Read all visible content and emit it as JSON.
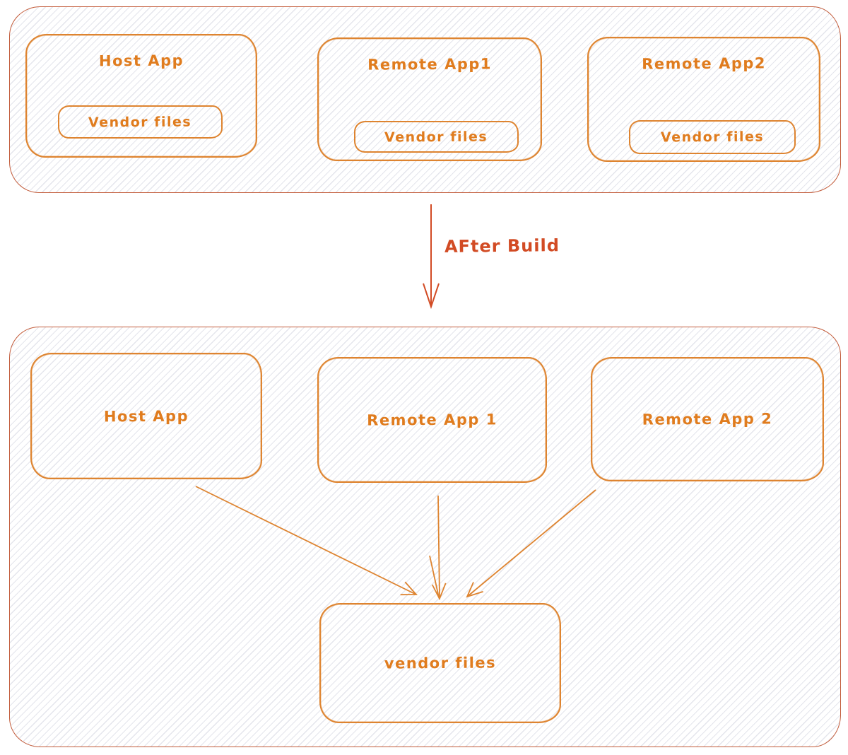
{
  "before": {
    "host": {
      "label": "Host App",
      "vendor": "Vendor files"
    },
    "remote1": {
      "label": "Remote App1",
      "vendor": "Vendor files"
    },
    "remote2": {
      "label": "Remote App2",
      "vendor": "Vendor files"
    }
  },
  "transition": {
    "label": "AFter Build"
  },
  "after": {
    "host": {
      "label": "Host App"
    },
    "remote1": {
      "label": "Remote App 1"
    },
    "remote2": {
      "label": "Remote App 2"
    },
    "vendor": {
      "label": "vendor files"
    }
  },
  "colors": {
    "container_border": "#c25b3a",
    "box_border": "#de8430",
    "label_text": "#e07c1e",
    "accent": "#d24b24",
    "hatch": "#e4e5ec"
  }
}
